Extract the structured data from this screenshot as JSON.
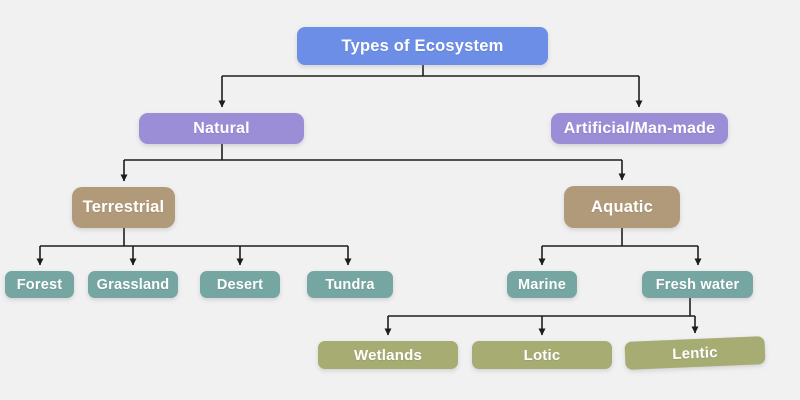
{
  "diagram": {
    "title": "Types of Ecosystem",
    "background": "#f1f1f2",
    "line_color": "#1d1d1d",
    "text_color": "#ffffff",
    "colors": {
      "root_color": "#6d8ee6",
      "category_color": "#9b8dd6",
      "habitat_color": "#b09a79",
      "biome_color": "#75a6a1",
      "subtype_color": "#a6ac72"
    },
    "nodes": {
      "root": "Types of Ecosystem",
      "natural": "Natural",
      "artificial": "Artificial/Man-made",
      "terrestrial": "Terrestrial",
      "aquatic": "Aquatic",
      "forest": "Forest",
      "grassland": "Grassland",
      "desert": "Desert",
      "tundra": "Tundra",
      "marine": "Marine",
      "freshwater": "Fresh water",
      "wetlands": "Wetlands",
      "lotic": "Lotic",
      "lentic": "Lentic"
    },
    "hierarchy": [
      {
        "parent": "Types of Ecosystem",
        "children": [
          "Natural",
          "Artificial/Man-made"
        ]
      },
      {
        "parent": "Natural",
        "children": [
          "Terrestrial",
          "Aquatic"
        ]
      },
      {
        "parent": "Terrestrial",
        "children": [
          "Forest",
          "Grassland",
          "Desert",
          "Tundra"
        ]
      },
      {
        "parent": "Aquatic",
        "children": [
          "Marine",
          "Fresh water"
        ]
      },
      {
        "parent": "Fresh water",
        "children": [
          "Wetlands",
          "Lotic",
          "Lentic"
        ]
      }
    ]
  }
}
